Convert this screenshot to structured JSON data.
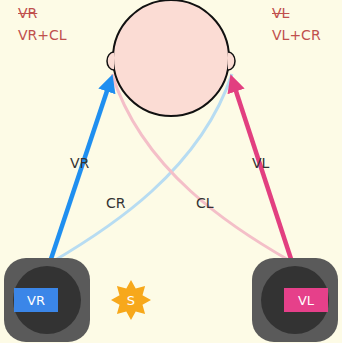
{
  "diagram": {
    "nodes": [
      {
        "text": [
          "VR"
        ]
      },
      {
        "text": [
          "S"
        ]
      },
      {
        "text": [
          "VL"
        ]
      }
    ],
    "labels": [
      "VR",
      "VR+CL",
      "VL",
      "VL+CR",
      "VR",
      "CR",
      "CL",
      "VL"
    ]
  }
}
